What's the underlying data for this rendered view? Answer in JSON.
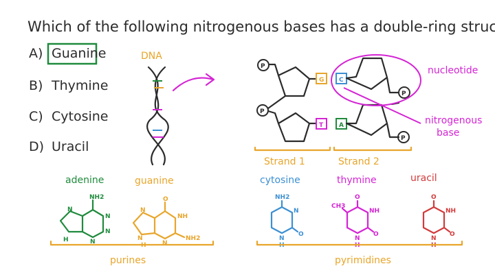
{
  "question": "Which of the following nitrogenous bases has a double-ring structure?",
  "options": [
    {
      "letter": "A)",
      "label": "Guanine",
      "selected": true
    },
    {
      "letter": "B)",
      "label": "Thymine"
    },
    {
      "letter": "C)",
      "label": "Cytosine"
    },
    {
      "letter": "D)",
      "label": "Uracil"
    }
  ],
  "dna_label": "DNA",
  "strand_diagram": {
    "phosphate": "P",
    "bases": {
      "g": "G",
      "c": "C",
      "t": "T",
      "a": "A"
    },
    "strand1": "Strand 1",
    "strand2": "Strand 2",
    "nucleotide": "nucleotide",
    "nitrogenous_base": [
      "nitrogenous",
      "base"
    ]
  },
  "molecules": {
    "adenine": {
      "name": "adenine",
      "atoms": [
        "NH2",
        "N",
        "N",
        "N",
        "N",
        "H"
      ]
    },
    "guanine": {
      "name": "guanine",
      "atoms": [
        "O",
        "NH",
        "NH2",
        "N",
        "N",
        "N",
        "H"
      ]
    },
    "cytosine": {
      "name": "cytosine",
      "atoms": [
        "NH2",
        "N",
        "O",
        "N",
        "H"
      ]
    },
    "thymine": {
      "name": "thymine",
      "atoms": [
        "O",
        "CH3",
        "NH",
        "O",
        "N",
        "H"
      ]
    },
    "uracil": {
      "name": "uracil",
      "atoms": [
        "O",
        "NH",
        "O",
        "N",
        "H"
      ]
    }
  },
  "groups": {
    "purines": "purines",
    "pyrimidines": "pyrimidines"
  },
  "colors": {
    "text": "#2b2b2b",
    "green": "#1f8a3c",
    "orange": "#e8a52a",
    "blue": "#3c8fd2",
    "magenta": "#d424d4",
    "red": "#d23a3a"
  }
}
